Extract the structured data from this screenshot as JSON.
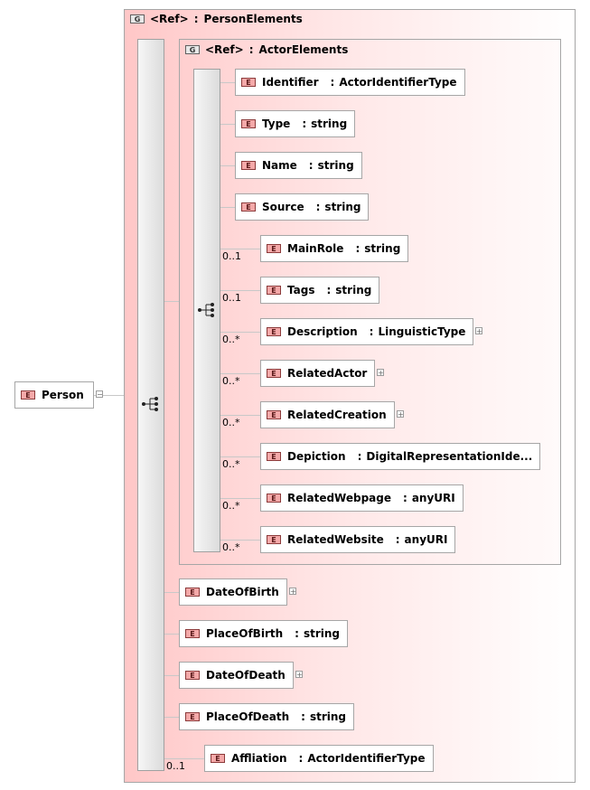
{
  "root": {
    "badge": "E",
    "name": "Person",
    "collapse_label": "−"
  },
  "person_group": {
    "badge": "G",
    "ref": "<Ref>",
    "name": "PersonElements"
  },
  "actor_group": {
    "badge": "G",
    "ref": "<Ref>",
    "name": "ActorElements"
  },
  "actor_elements": [
    {
      "badge": "E",
      "name": "Identifier",
      "type": "ActorIdentifierType",
      "card": "",
      "expand": false
    },
    {
      "badge": "E",
      "name": "Type",
      "type": "string",
      "card": "",
      "expand": false
    },
    {
      "badge": "E",
      "name": "Name",
      "type": "string",
      "card": "",
      "expand": false
    },
    {
      "badge": "E",
      "name": "Source",
      "type": "string",
      "card": "",
      "expand": false
    },
    {
      "badge": "E",
      "name": "MainRole",
      "type": "string",
      "card": "0..1",
      "expand": false
    },
    {
      "badge": "E",
      "name": "Tags",
      "type": "string",
      "card": "0..1",
      "expand": false
    },
    {
      "badge": "E",
      "name": "Description",
      "type": "LinguisticType",
      "card": "0..*",
      "expand": true
    },
    {
      "badge": "E",
      "name": "RelatedActor",
      "type": "",
      "card": "0..*",
      "expand": true
    },
    {
      "badge": "E",
      "name": "RelatedCreation",
      "type": "",
      "card": "0..*",
      "expand": true
    },
    {
      "badge": "E",
      "name": "Depiction",
      "type": "DigitalRepresentationIde...",
      "card": "0..*",
      "expand": false
    },
    {
      "badge": "E",
      "name": "RelatedWebpage",
      "type": "anyURI",
      "card": "0..*",
      "expand": false
    },
    {
      "badge": "E",
      "name": "RelatedWebsite",
      "type": "anyURI",
      "card": "0..*",
      "expand": false
    }
  ],
  "person_elements": [
    {
      "badge": "E",
      "name": "DateOfBirth",
      "type": "",
      "card": "",
      "expand": true
    },
    {
      "badge": "E",
      "name": "PlaceOfBirth",
      "type": "string",
      "card": "",
      "expand": false
    },
    {
      "badge": "E",
      "name": "DateOfDeath",
      "type": "",
      "card": "",
      "expand": true
    },
    {
      "badge": "E",
      "name": "PlaceOfDeath",
      "type": "string",
      "card": "",
      "expand": false
    },
    {
      "badge": "E",
      "name": "Affliation",
      "type": "ActorIdentifierType",
      "card": "0..1",
      "expand": false
    }
  ],
  "expand_label": "+",
  "colors": {
    "element_badge": "#f4a9a9",
    "group_fill": "#ffc7c7",
    "border": "#a6a6a6"
  }
}
